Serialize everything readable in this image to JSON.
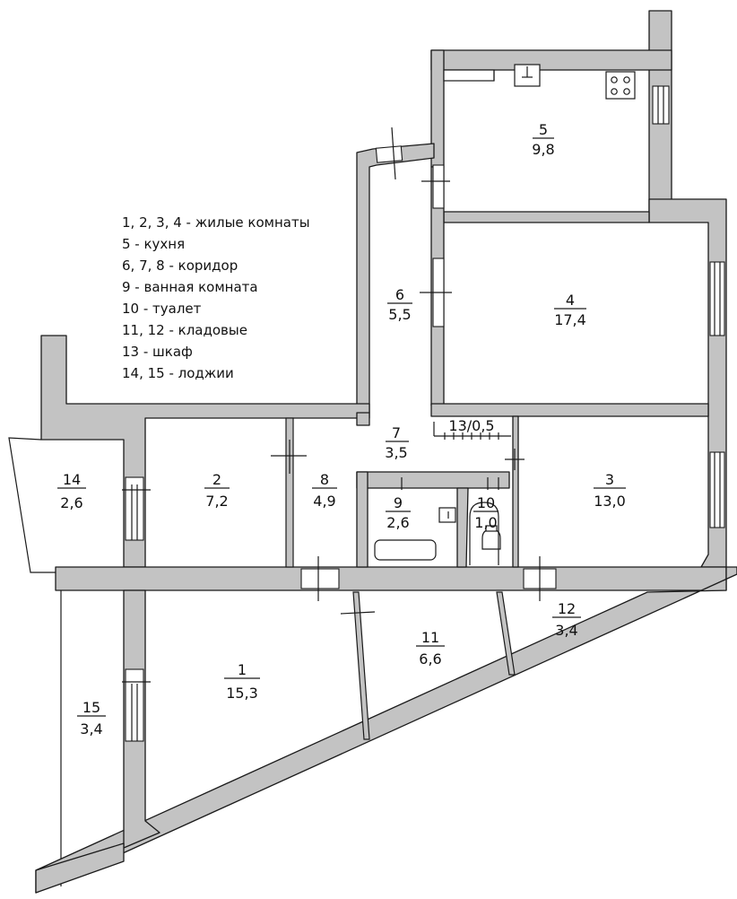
{
  "legend": [
    "1, 2, 3, 4 - жилые комнаты",
    "5 - кухня",
    "6, 7, 8 - коридор",
    "9 - ванная комната",
    "10 - туалет",
    "11, 12 - кладовые",
    "13 - шкаф",
    "14, 15 - лоджии"
  ],
  "rooms": {
    "r1": {
      "num": "1",
      "area": "15,3"
    },
    "r2": {
      "num": "2",
      "area": "7,2"
    },
    "r3": {
      "num": "3",
      "area": "13,0"
    },
    "r4": {
      "num": "4",
      "area": "17,4"
    },
    "r5": {
      "num": "5",
      "area": "9,8"
    },
    "r6": {
      "num": "6",
      "area": "5,5"
    },
    "r7": {
      "num": "7",
      "area": "3,5"
    },
    "r8": {
      "num": "8",
      "area": "4,9"
    },
    "r9": {
      "num": "9",
      "area": "2,6"
    },
    "r10": {
      "num": "10",
      "area": "1,0"
    },
    "r11": {
      "num": "11",
      "area": "6,6"
    },
    "r12": {
      "num": "12",
      "area": "3,4"
    },
    "r14": {
      "num": "14",
      "area": "2,6"
    },
    "r15": {
      "num": "15",
      "area": "3,4"
    }
  },
  "closet_label": "13/0,5"
}
